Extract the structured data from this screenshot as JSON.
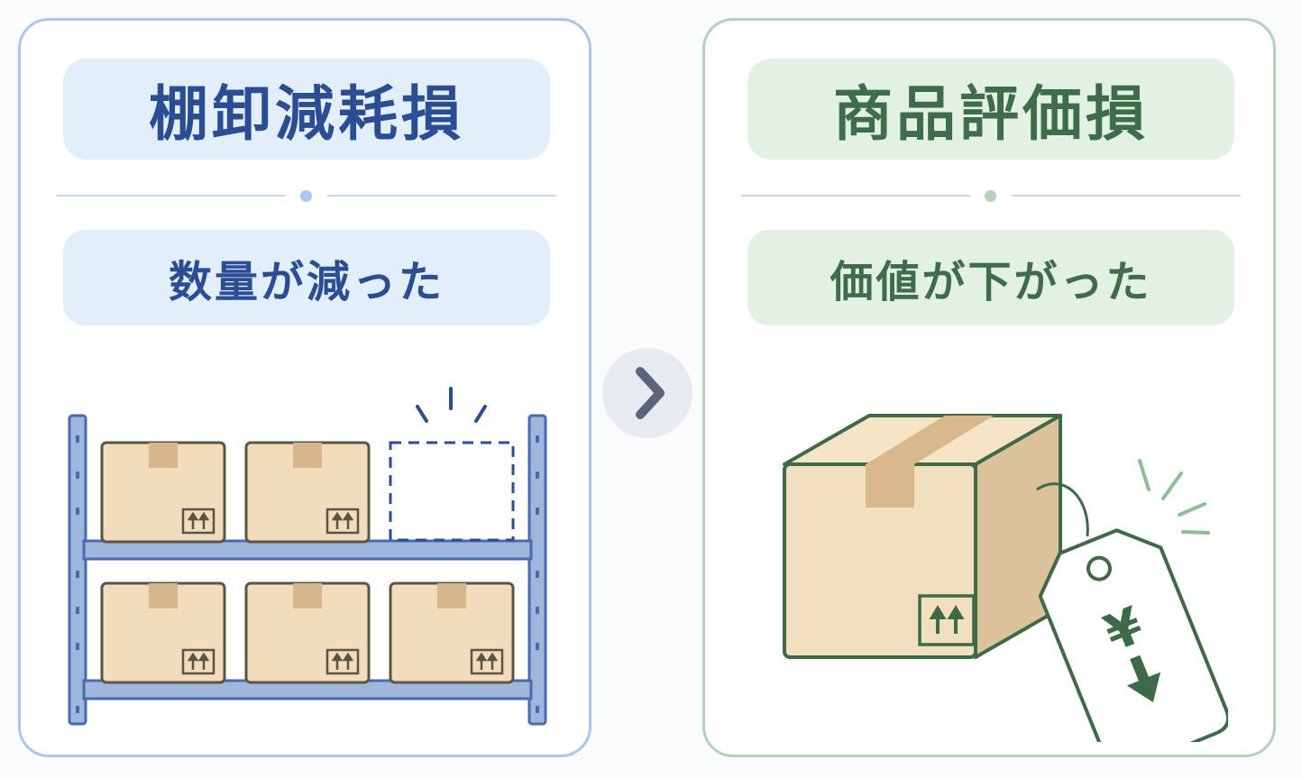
{
  "left_panel": {
    "title": "棚卸減耗損",
    "subtitle": "数量が減った",
    "accent_color": "#2b4d94"
  },
  "right_panel": {
    "title": "商品評価損",
    "subtitle": "価値が下がった",
    "accent_color": "#3f6c4b"
  },
  "price_tag": {
    "symbol": "¥"
  },
  "icons": {
    "next": "chevron-right-icon",
    "shelf": "storage-shelf-icon",
    "box": "cardboard-box-icon",
    "tag": "price-tag-icon",
    "down": "arrow-down-icon"
  }
}
